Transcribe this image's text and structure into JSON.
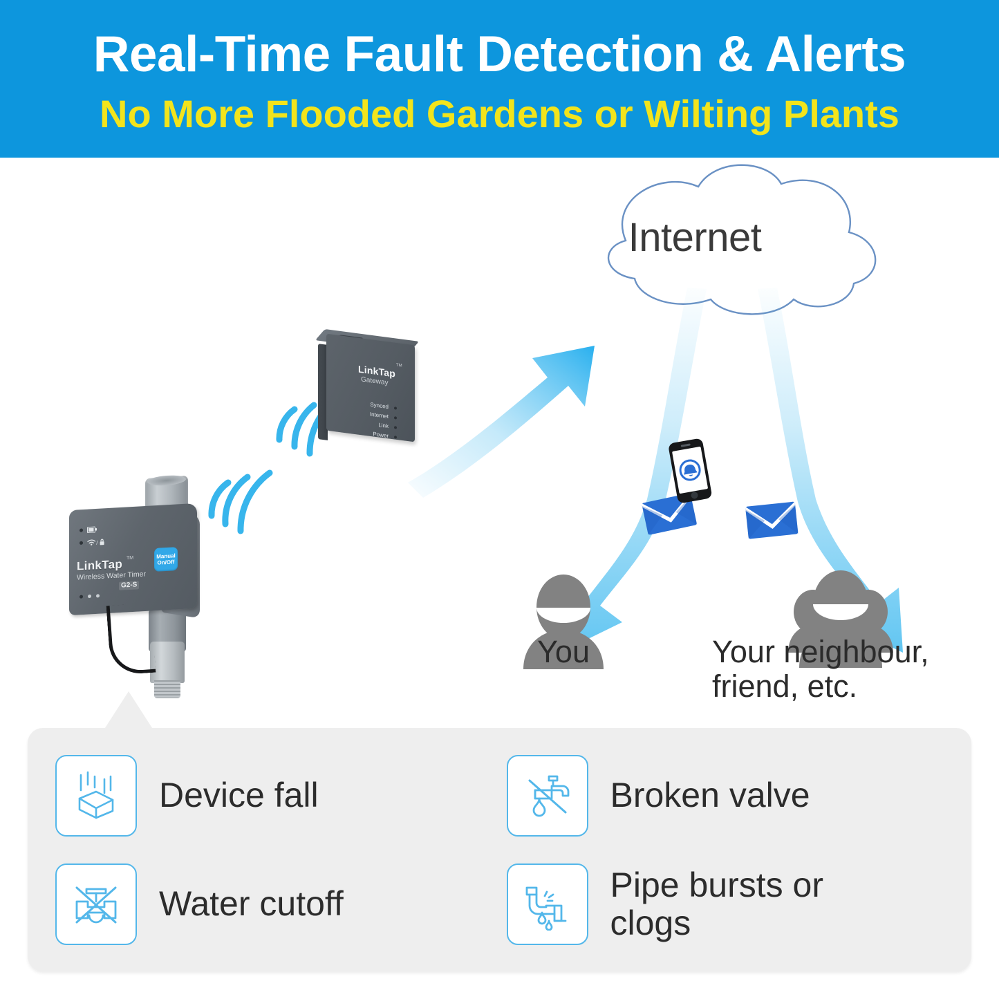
{
  "header": {
    "title": "Real-Time Fault Detection & Alerts",
    "subtitle": "No More Flooded Gardens or Wilting Plants",
    "background_color": "#0d96dd",
    "title_color": "#ffffff",
    "subtitle_color": "#f2e41c"
  },
  "diagram": {
    "cloud_label": "Internet",
    "recipients": [
      {
        "label": "You",
        "icon": "single-person-icon"
      },
      {
        "label": "Your neighbour,\nfriend, etc.",
        "line1": "Your neighbour,",
        "line2": "friend, etc.",
        "icon": "group-people-icon"
      }
    ],
    "notification_icons": [
      "smartphone-bell-icon",
      "envelope-icon",
      "envelope-icon"
    ],
    "accent_color": "#5bc2f0",
    "people_color": "#828282"
  },
  "water_timer": {
    "brand": "LinkTap",
    "trademark": "TM",
    "product_line": "Wireless Water Timer",
    "model": "G2-S",
    "manual_button_line1": "Manual",
    "manual_button_line2": "On/Off",
    "manual_button_color": "#31a8e8",
    "leds": [
      "battery-icon",
      "wifi-lock-icon"
    ]
  },
  "gateway": {
    "brand": "LinkTap",
    "trademark": "TM",
    "product_line": "Gateway",
    "leds": [
      {
        "label": "Synced"
      },
      {
        "label": "Internet"
      },
      {
        "label": "Link"
      },
      {
        "label": "Power"
      }
    ]
  },
  "features": [
    {
      "label": "Device fall",
      "icon": "falling-box-icon"
    },
    {
      "label": "Broken valve",
      "icon": "broken-faucet-icon"
    },
    {
      "label": "Water cutoff",
      "icon": "crossed-valve-icon"
    },
    {
      "label": "Pipe bursts or clogs",
      "icon": "leaking-pipe-icon"
    }
  ],
  "panel": {
    "background_color": "#eeeeee",
    "icon_border_color": "#53b7ea"
  }
}
